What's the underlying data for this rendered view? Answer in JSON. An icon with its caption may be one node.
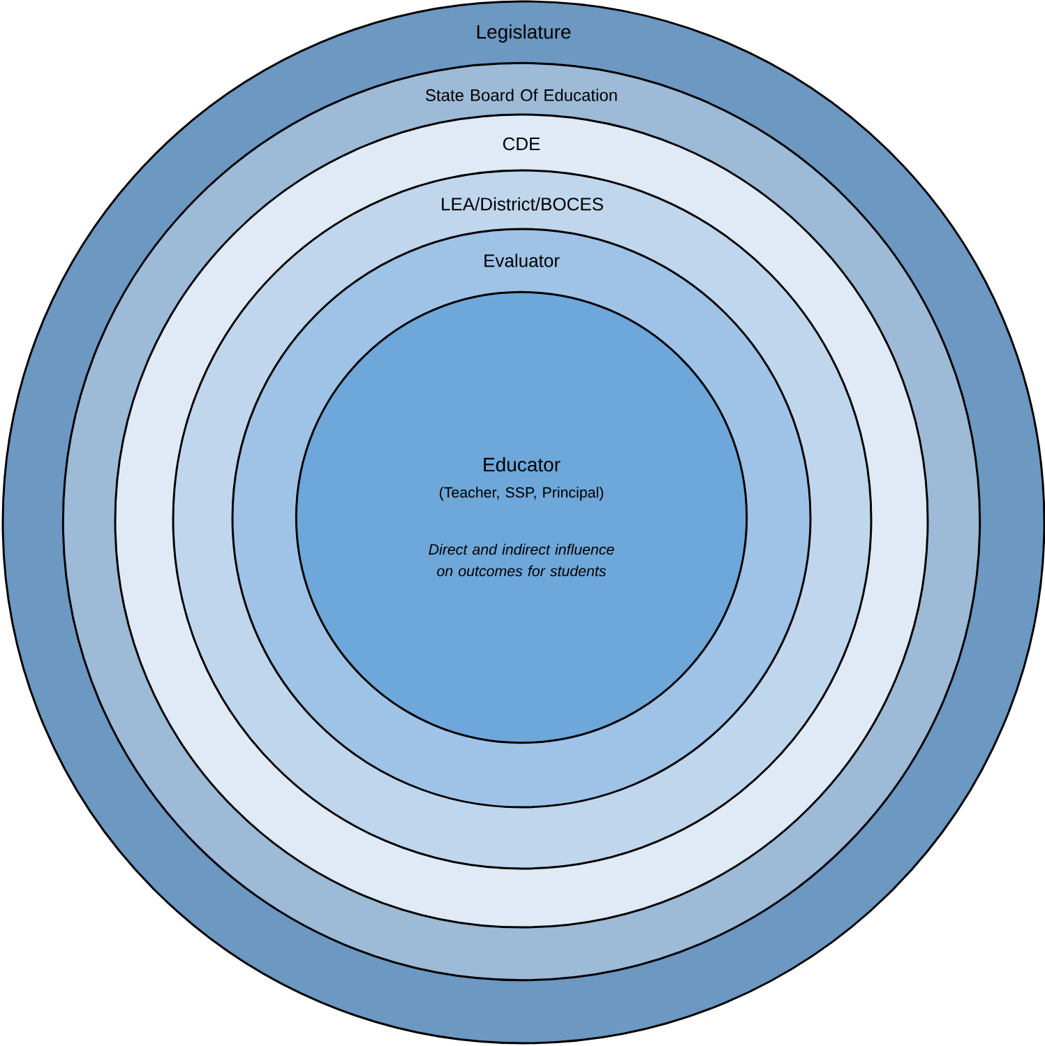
{
  "diagram": {
    "nodes": [
      {
        "text": [
          "Legislature"
        ]
      },
      {
        "text": [
          "State Board Of Education"
        ],
        "in": 0
      },
      {
        "text": [
          "CDE"
        ],
        "in": 1
      },
      {
        "text": [
          "LEA/District/BOCES"
        ],
        "in": 2
      },
      {
        "text": [
          "Evaluator"
        ],
        "in": 3
      },
      {
        "text": [
          "Educator",
          "(Teacher, SSP, Principal)",
          "Direct and indirect influence on outcomes for students"
        ],
        "in": 4
      }
    ]
  }
}
